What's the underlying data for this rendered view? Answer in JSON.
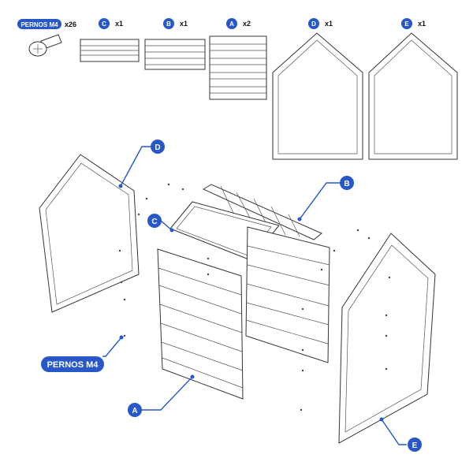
{
  "colors": {
    "accent": "#2757c9",
    "line": "#333333",
    "ink": "#111111"
  },
  "legend": {
    "bolts": {
      "label": "PERNOS M4",
      "qty": "x26"
    },
    "parts": [
      {
        "code": "C",
        "qty": "x1"
      },
      {
        "code": "B",
        "qty": "x1"
      },
      {
        "code": "A",
        "qty": "x2"
      },
      {
        "code": "D",
        "qty": "x1"
      },
      {
        "code": "E",
        "qty": "x1"
      }
    ]
  },
  "callouts": [
    {
      "code": "D",
      "points_to": "left-house-panel"
    },
    {
      "code": "B",
      "points_to": "top-slat-panel"
    },
    {
      "code": "C",
      "points_to": "top-frame"
    },
    {
      "code": "PERNOS M4",
      "points_to": "bolts"
    },
    {
      "code": "A",
      "points_to": "front-slat-panel"
    },
    {
      "code": "E",
      "points_to": "right-house-panel"
    }
  ]
}
